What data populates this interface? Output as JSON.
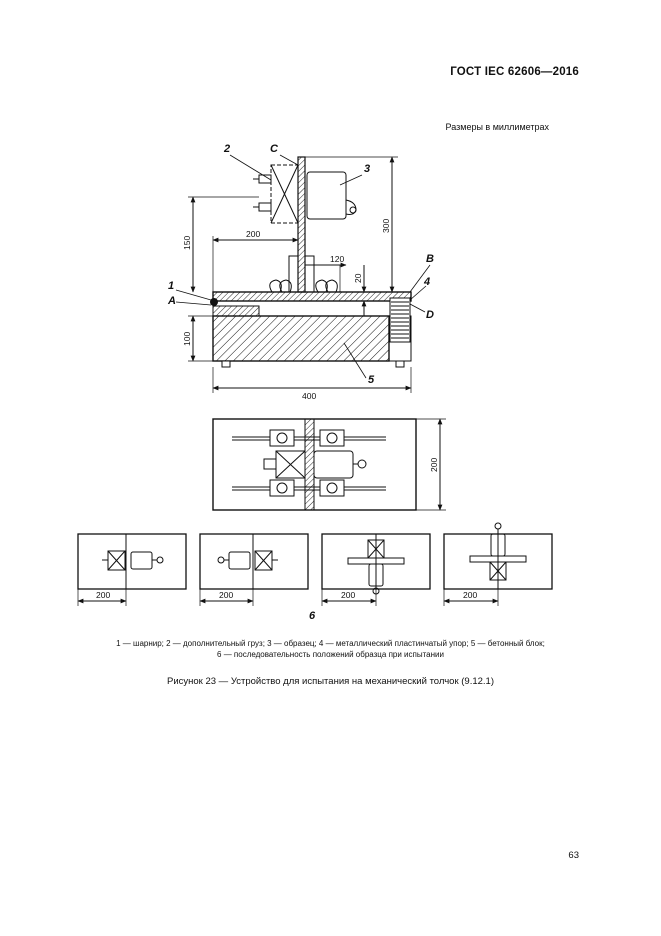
{
  "header": {
    "standard_code": "ГОСТ IEC 62606—2016"
  },
  "dimensions_note": "Размеры в миллиметрах",
  "figure": {
    "labels": {
      "l1": "1",
      "l2": "2",
      "l3": "3",
      "l4": "4",
      "l5": "5",
      "l6": "6",
      "A": "A",
      "B": "B",
      "C": "C",
      "D": "D"
    },
    "dims": {
      "d200_top": "200",
      "d150": "150",
      "d300": "300",
      "d120": "120",
      "d20": "20",
      "d100": "100",
      "d400": "400",
      "d200_plan": "200",
      "seq1": "200",
      "seq2": "200",
      "seq3": "200",
      "seq4": "200"
    }
  },
  "legend": {
    "line1": "1 — шарнир; 2 — дополнительный груз; 3 — образец; 4 — металлический пластинчатый упор; 5 — бетонный блок;",
    "line2": "6 — последовательность положений образца при испытании"
  },
  "caption": "Рисунок 23 — Устройство для испытания на механический толчок (9.12.1)",
  "page_number": "63"
}
